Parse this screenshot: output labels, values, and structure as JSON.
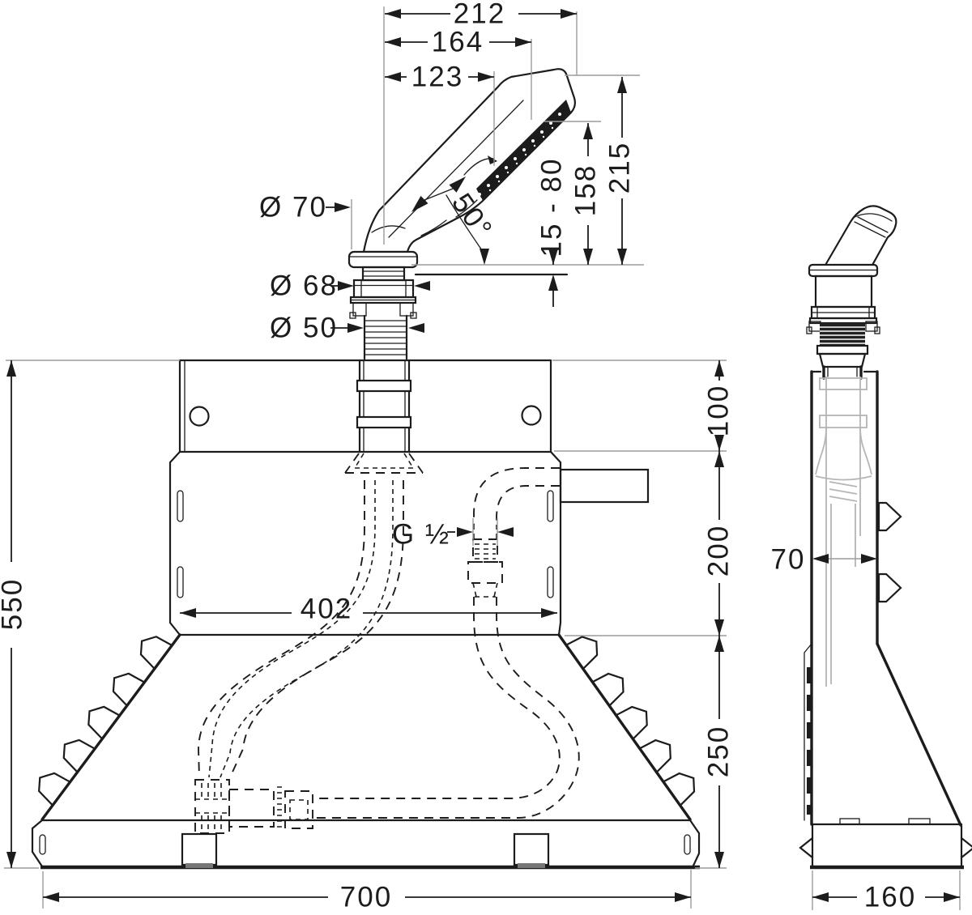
{
  "title": "Bath rim installation dimensional drawing",
  "colors": {
    "line": "#1c1c1c",
    "extension_line": "#9b9b9b",
    "hidden_detail": "#b5b5b5",
    "background": "#ffffff"
  },
  "front_view": {
    "dim_212": "212",
    "dim_164": "164",
    "dim_123": "123",
    "dim_215": "215",
    "dim_158": "158",
    "dim_range": "15 - 80",
    "angle": "50°",
    "dia_70": "Ø 70",
    "dia_68": "Ø 68",
    "dia_50": "Ø 50",
    "dim_550": "550",
    "dim_100": "100",
    "dim_200": "200",
    "dim_250": "250",
    "dim_402": "402",
    "thread": "G ½",
    "dim_700": "700"
  },
  "side_view": {
    "dim_70": "70",
    "dim_160": "160"
  }
}
